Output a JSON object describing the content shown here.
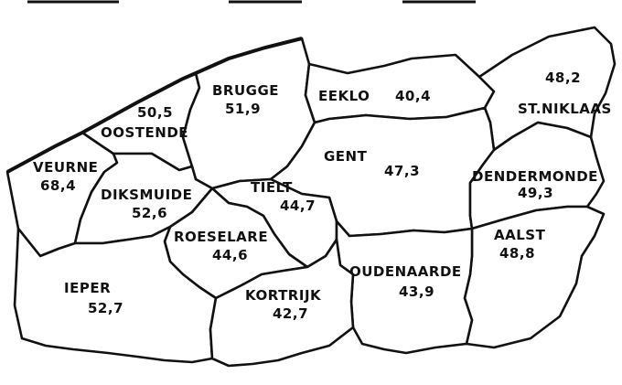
{
  "regions": {
    "veurne": {
      "name": "VEURNE",
      "value": "68,4"
    },
    "oostende": {
      "name": "OOSTENDE",
      "value": "50,5"
    },
    "brugge": {
      "name": "BRUGGE",
      "value": "51,9"
    },
    "eeklo": {
      "name": "EEKLO",
      "value": "40,4"
    },
    "stniklaas": {
      "name": "ST.NIKLAAS",
      "value": "48,2"
    },
    "gent": {
      "name": "GENT",
      "value": "47,3"
    },
    "dendermonde": {
      "name": "DENDERMONDE",
      "value": "49,3"
    },
    "diksmuide": {
      "name": "DIKSMUIDE",
      "value": "52,6"
    },
    "tielt": {
      "name": "TIELT",
      "value": "44,7"
    },
    "roeselare": {
      "name": "ROESELARE",
      "value": "44,6"
    },
    "aalst": {
      "name": "AALST",
      "value": "48,8"
    },
    "oudenaarde": {
      "name": "OUDENAARDE",
      "value": "43,9"
    },
    "ieper": {
      "name": "IEPER",
      "value": "52,7"
    },
    "kortrijk": {
      "name": "KORTRIJK",
      "value": "42,7"
    }
  }
}
